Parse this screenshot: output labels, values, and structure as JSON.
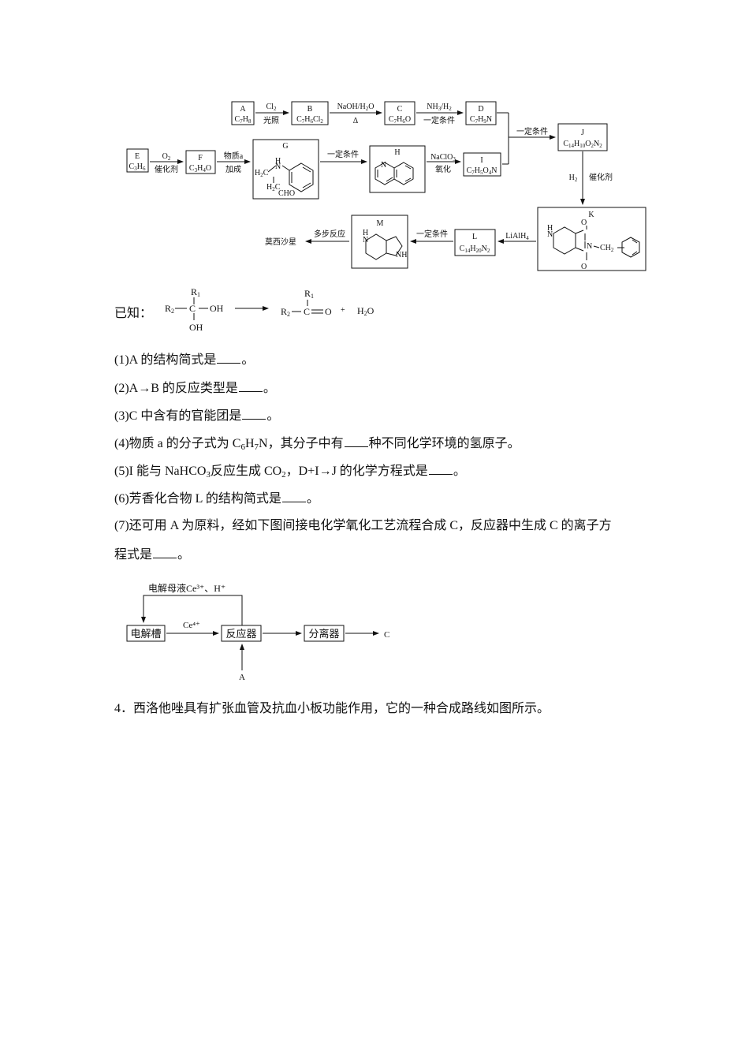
{
  "scheme": {
    "A": {
      "letter": "A",
      "formula": "C7H8"
    },
    "B": {
      "letter": "B",
      "formula": "C7H6Cl2"
    },
    "C": {
      "letter": "C",
      "formula": "C7H6O"
    },
    "D": {
      "letter": "D",
      "formula": "C7H9N"
    },
    "E": {
      "letter": "E",
      "formula": "C3H6"
    },
    "F": {
      "letter": "F",
      "formula": "C3H4O"
    },
    "G": {
      "letter": "G"
    },
    "H": {
      "letter": "H"
    },
    "I": {
      "letter": "I",
      "formula": "C7H5O4N"
    },
    "J": {
      "letter": "J",
      "formula": "C14H10O2N2"
    },
    "K": {
      "letter": "K"
    },
    "L": {
      "letter": "L",
      "formula": "C14H20N2"
    },
    "M": {
      "letter": "M"
    },
    "reagents": {
      "ab_top": "Cl2",
      "ab_bottom": "光照",
      "bc_top": "NaOH/H2O",
      "bc_bottom": "Δ",
      "cd_top": "NH3/H2",
      "cd_bottom": "一定条件",
      "ef_top": "O2",
      "ef_bottom": "催化剂",
      "fg_top": "物质a",
      "fg_bottom": "加成",
      "gh_top": "一定条件",
      "hi_top": "NaClO3",
      "hi_bottom": "氧化",
      "dij": "一定条件",
      "jk_left": "H2",
      "jk_right": "催化剂",
      "kl": "LiAlH4",
      "lm": "一定条件",
      "m_final": "多步反应",
      "final_product": "莫西沙星"
    }
  },
  "known": {
    "label": "已知："
  },
  "questions": {
    "q1": "(1)A 的结构简式是",
    "q2": "(2)A→B 的反应类型是",
    "q3": "(3)C 中含有的官能团是",
    "q4a": "(4)物质 a 的分子式为 C",
    "q4b": "，其分子中有",
    "q4c": "种不同化学环境的氢原子。",
    "q5a": "(5)I 能与 NaHCO",
    "q5b": "反应生成 CO",
    "q5c": "，D+I→J 的化学方程式是",
    "q6": "(6)芳香化合物 L 的结构简式是",
    "q7a": "(7)还可用 A 为原料，经如下图间接电化学氧化工艺流程合成 C，反应器中生成 C 的离子方",
    "q7b": "程式是",
    "period": "。"
  },
  "flow": {
    "cell": "电解槽",
    "reactor": "反应器",
    "separator": "分离器",
    "product": "C",
    "input": "A",
    "recycle": "电解母液Ce³⁺、H⁺",
    "ce4": "Ce⁴⁺"
  },
  "next_question": "4．西洛他唑具有扩张血管及抗血小板功能作用，它的一种合成路线如图所示。"
}
